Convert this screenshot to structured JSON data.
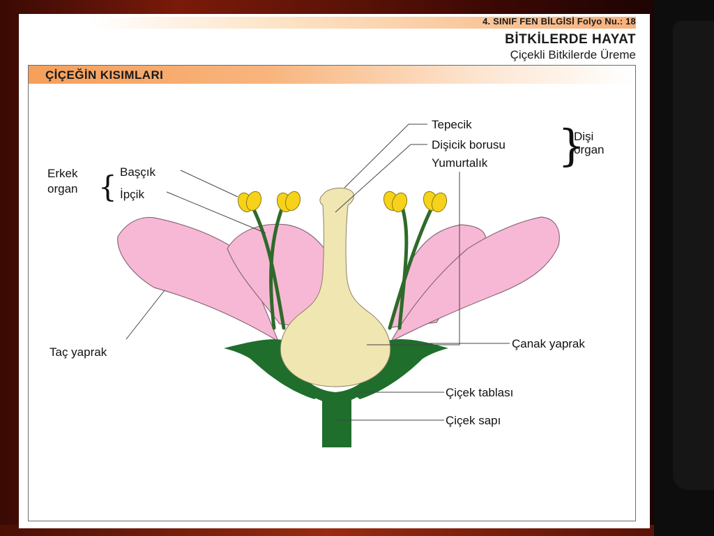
{
  "header": {
    "folyo": "4. SINIF FEN BİLGİSİ Folyo Nu.: 18",
    "title": "BİTKİLERDE HAYAT",
    "subtitle": "Çiçekli Bitkilerde Üreme"
  },
  "section": {
    "title": "ÇİÇEĞİN KISIMLARI"
  },
  "labels": {
    "tepecik": "Tepecik",
    "disicik_borusu": "Dişicik borusu",
    "yumurtalik": "Yumurtalık",
    "disi_line1": "Dişi",
    "disi_line2": "organ",
    "erkek_line1": "Erkek",
    "erkek_line2": "organ",
    "bascik": "Başçık",
    "ipcik": "İpçik",
    "tac_yaprak": "Taç yaprak",
    "canak_yaprak": "Çanak yaprak",
    "cicek_tablasi": "Çiçek tablası",
    "cicek_sapi": "Çiçek sapı"
  },
  "colors": {
    "petal": "#f7b8d6",
    "petal_stroke": "#8a6a78",
    "pistil": "#efe6b2",
    "stem": "#1f6e2c",
    "anther": "#f7d21a",
    "filament": "#2f6a2a"
  }
}
